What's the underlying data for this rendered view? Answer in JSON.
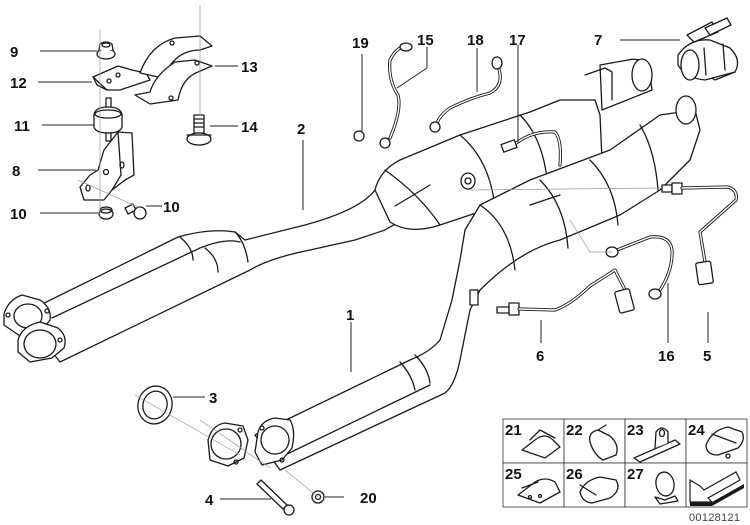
{
  "diagram": {
    "title": "Exhaust catalytic converter / front pipe assembly",
    "reference_number": "00128121",
    "callouts": [
      {
        "id": "1",
        "part": "front-pipe-right"
      },
      {
        "id": "2",
        "part": "front-pipe-left"
      },
      {
        "id": "3",
        "part": "gasket-ring"
      },
      {
        "id": "4",
        "part": "bolt"
      },
      {
        "id": "5",
        "part": "nut"
      },
      {
        "id": "6",
        "part": "oxygen-sensor-rear"
      },
      {
        "id": "7",
        "part": "oxygen-sensor-front"
      },
      {
        "id": "8",
        "part": "pipe-clamp"
      },
      {
        "id": "9",
        "part": "bracket"
      },
      {
        "id": "10",
        "part": "nut-top"
      },
      {
        "id": "10",
        "part": "nut-bottom"
      },
      {
        "id": "11",
        "part": "rubber-mount"
      },
      {
        "id": "12",
        "part": "bolt-small"
      },
      {
        "id": "13",
        "part": "holder"
      },
      {
        "id": "14",
        "part": "clamp-strap"
      },
      {
        "id": "15",
        "part": "screw"
      },
      {
        "id": "16",
        "part": "ground-strap-a"
      },
      {
        "id": "17",
        "part": "ground-strap-b"
      },
      {
        "id": "18",
        "part": "sensor-lead"
      },
      {
        "id": "19",
        "part": "ground-strap-c"
      },
      {
        "id": "20",
        "part": "nut-small"
      }
    ],
    "clip_grid": {
      "cells": [
        {
          "id": "21",
          "part": "clip-21"
        },
        {
          "id": "22",
          "part": "clip-22"
        },
        {
          "id": "23",
          "part": "clip-23"
        },
        {
          "id": "24",
          "part": "clip-24"
        },
        {
          "id": "25",
          "part": "clip-25"
        },
        {
          "id": "26",
          "part": "clip-26"
        },
        {
          "id": "27",
          "part": "clip-27"
        },
        {
          "id": "",
          "part": "direction-arrow"
        }
      ]
    }
  }
}
